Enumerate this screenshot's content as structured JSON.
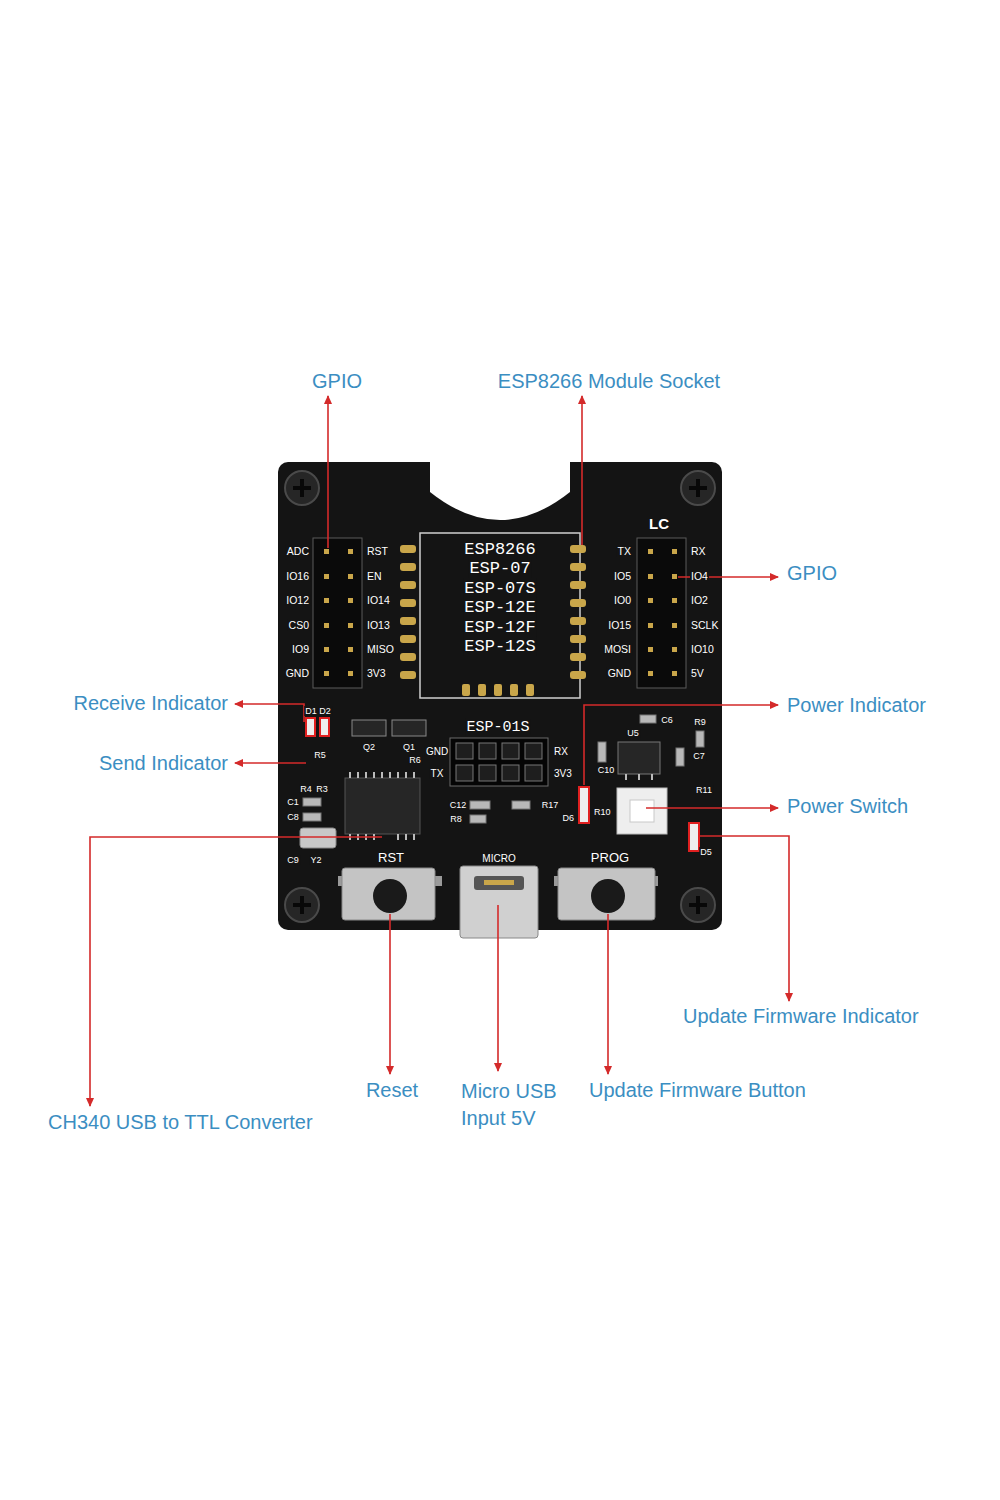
{
  "diagram": {
    "labels": [
      "GPIO",
      "ESP8266 Module Socket",
      "GPIO",
      "Receive Indicator",
      "Power Indicator",
      "Send Indicator",
      "Power Switch",
      "Update Firmware Indicator",
      "Reset",
      "Micro USB Input 5V",
      "Update Firmware Button",
      "CH340 USB to TTL Converter",
      "LC",
      "ESP8266",
      "ESP-07",
      "ESP-07S",
      "ESP-12E",
      "ESP-12F",
      "ESP-12S",
      "ADC",
      "IO16",
      "IO12",
      "CS0",
      "IO9",
      "GND",
      "RST",
      "EN",
      "IO14",
      "IO13",
      "MISO",
      "3V3",
      "TX",
      "IO5",
      "IO0",
      "IO15",
      "MOSI",
      "GND",
      "RX",
      "IO4",
      "IO2",
      "SCLK",
      "IO10",
      "5V",
      "ESP-01S",
      "GND",
      "RX",
      "TX",
      "3V3",
      "D1",
      "D2",
      "R4",
      "R3",
      "Q2",
      "Q1",
      "R5",
      "R6",
      "C1",
      "C8",
      "C9",
      "Y2",
      "C12",
      "R8",
      "R17",
      "C10",
      "U5",
      "C6",
      "R9",
      "C7",
      "D6",
      "R10",
      "R11",
      "D5",
      "RST",
      "MICRO",
      "PROG"
    ]
  }
}
